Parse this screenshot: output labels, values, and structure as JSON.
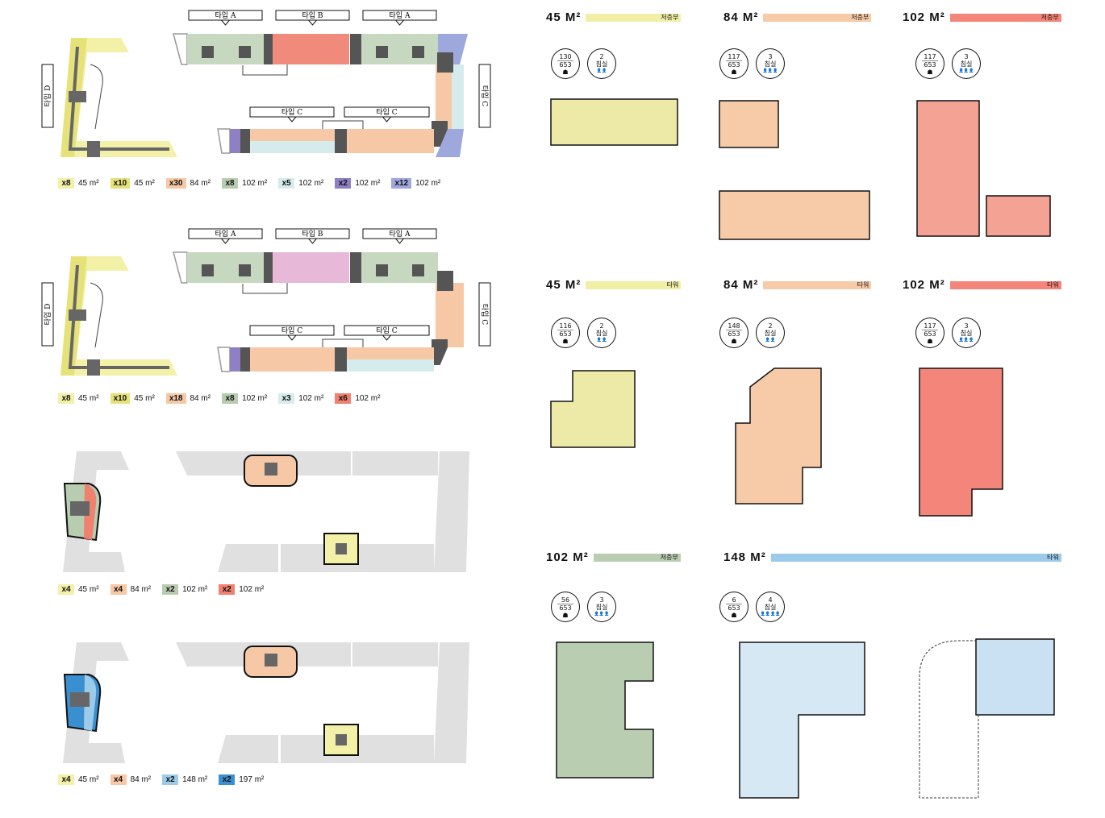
{
  "labels": {
    "type_a": "타입 A",
    "type_b": "타입 B",
    "type_c": "타입 C",
    "type_d": "타입 D"
  },
  "site_plans": [
    {
      "legend": [
        {
          "count": "x8",
          "area": "45 m²",
          "color": "#f3f0a8"
        },
        {
          "count": "x10",
          "area": "45 m²",
          "color": "#e6e27a"
        },
        {
          "count": "x30",
          "area": "84 m²",
          "color": "#f6c8a6"
        },
        {
          "count": "x8",
          "area": "102 m²",
          "color": "#b8ccb0"
        },
        {
          "count": "x5",
          "area": "102 m²",
          "color": "#d6ecec"
        },
        {
          "count": "x2",
          "area": "102 m²",
          "color": "#8f7fc4"
        },
        {
          "count": "x12",
          "area": "102 m²",
          "color": "#9ea8dc"
        }
      ]
    },
    {
      "legend": [
        {
          "count": "x8",
          "area": "45 m²",
          "color": "#f3f0a8"
        },
        {
          "count": "x10",
          "area": "45 m²",
          "color": "#e6e27a"
        },
        {
          "count": "x18",
          "area": "84 m²",
          "color": "#f6c8a6"
        },
        {
          "count": "x8",
          "area": "102 m²",
          "color": "#b8ccb0"
        },
        {
          "count": "x3",
          "area": "102 m²",
          "color": "#d6ecec"
        },
        {
          "count": "x6",
          "area": "102 m²",
          "color": "#f08070"
        }
      ]
    },
    {
      "legend": [
        {
          "count": "x4",
          "area": "45 m²",
          "color": "#f3f0a8"
        },
        {
          "count": "x4",
          "area": "84 m²",
          "color": "#f6c8a6"
        },
        {
          "count": "x2",
          "area": "102 m²",
          "color": "#b8ccb0"
        },
        {
          "count": "x2",
          "area": "102 m²",
          "color": "#f08070"
        }
      ]
    },
    {
      "legend": [
        {
          "count": "x4",
          "area": "45 m²",
          "color": "#f3f0a8"
        },
        {
          "count": "x4",
          "area": "84 m²",
          "color": "#f6c8a6"
        },
        {
          "count": "x2",
          "area": "148 m²",
          "color": "#9ccbea"
        },
        {
          "count": "x2",
          "area": "197 m²",
          "color": "#3a8fd0"
        }
      ]
    }
  ],
  "units": [
    {
      "title": "45 M²",
      "tag": "저층부",
      "color": "#f1efa6",
      "ratio": "130",
      "total": "653",
      "bedrooms": "2",
      "bed_label": "침실",
      "people": "👤👤"
    },
    {
      "title": "84 M²",
      "tag": "저층부",
      "color": "#f8cba8",
      "ratio": "117",
      "total": "653",
      "bedrooms": "3",
      "bed_label": "침실",
      "people": "👤👤👤"
    },
    {
      "title": "102 M²",
      "tag": "저층부",
      "color": "#f4857a",
      "ratio": "117",
      "total": "653",
      "bedrooms": "3",
      "bed_label": "침실",
      "people": "👤👤👤"
    },
    {
      "title": "45 M²",
      "tag": "타워",
      "color": "#f1efa6",
      "ratio": "116",
      "total": "653",
      "bedrooms": "2",
      "bed_label": "침실",
      "people": "👤👤"
    },
    {
      "title": "84 M²",
      "tag": "타워",
      "color": "#f8cba8",
      "ratio": "148",
      "total": "653",
      "bedrooms": "2",
      "bed_label": "침실",
      "people": "👤👤"
    },
    {
      "title": "102 M²",
      "tag": "타워",
      "color": "#f4857a",
      "ratio": "117",
      "total": "653",
      "bedrooms": "3",
      "bed_label": "침실",
      "people": "👤👤👤"
    },
    {
      "title": "102 M²",
      "tag": "저층부",
      "color": "#b9cdb1",
      "ratio": "56",
      "total": "653",
      "bedrooms": "3",
      "bed_label": "침실",
      "people": "👤👤👤"
    },
    {
      "title": "148 M²",
      "tag": "타워",
      "color": "#9ccbea",
      "ratio": "6",
      "total": "653",
      "bedrooms": "4",
      "bed_label": "침실",
      "people": "👤👤👤👤"
    }
  ]
}
